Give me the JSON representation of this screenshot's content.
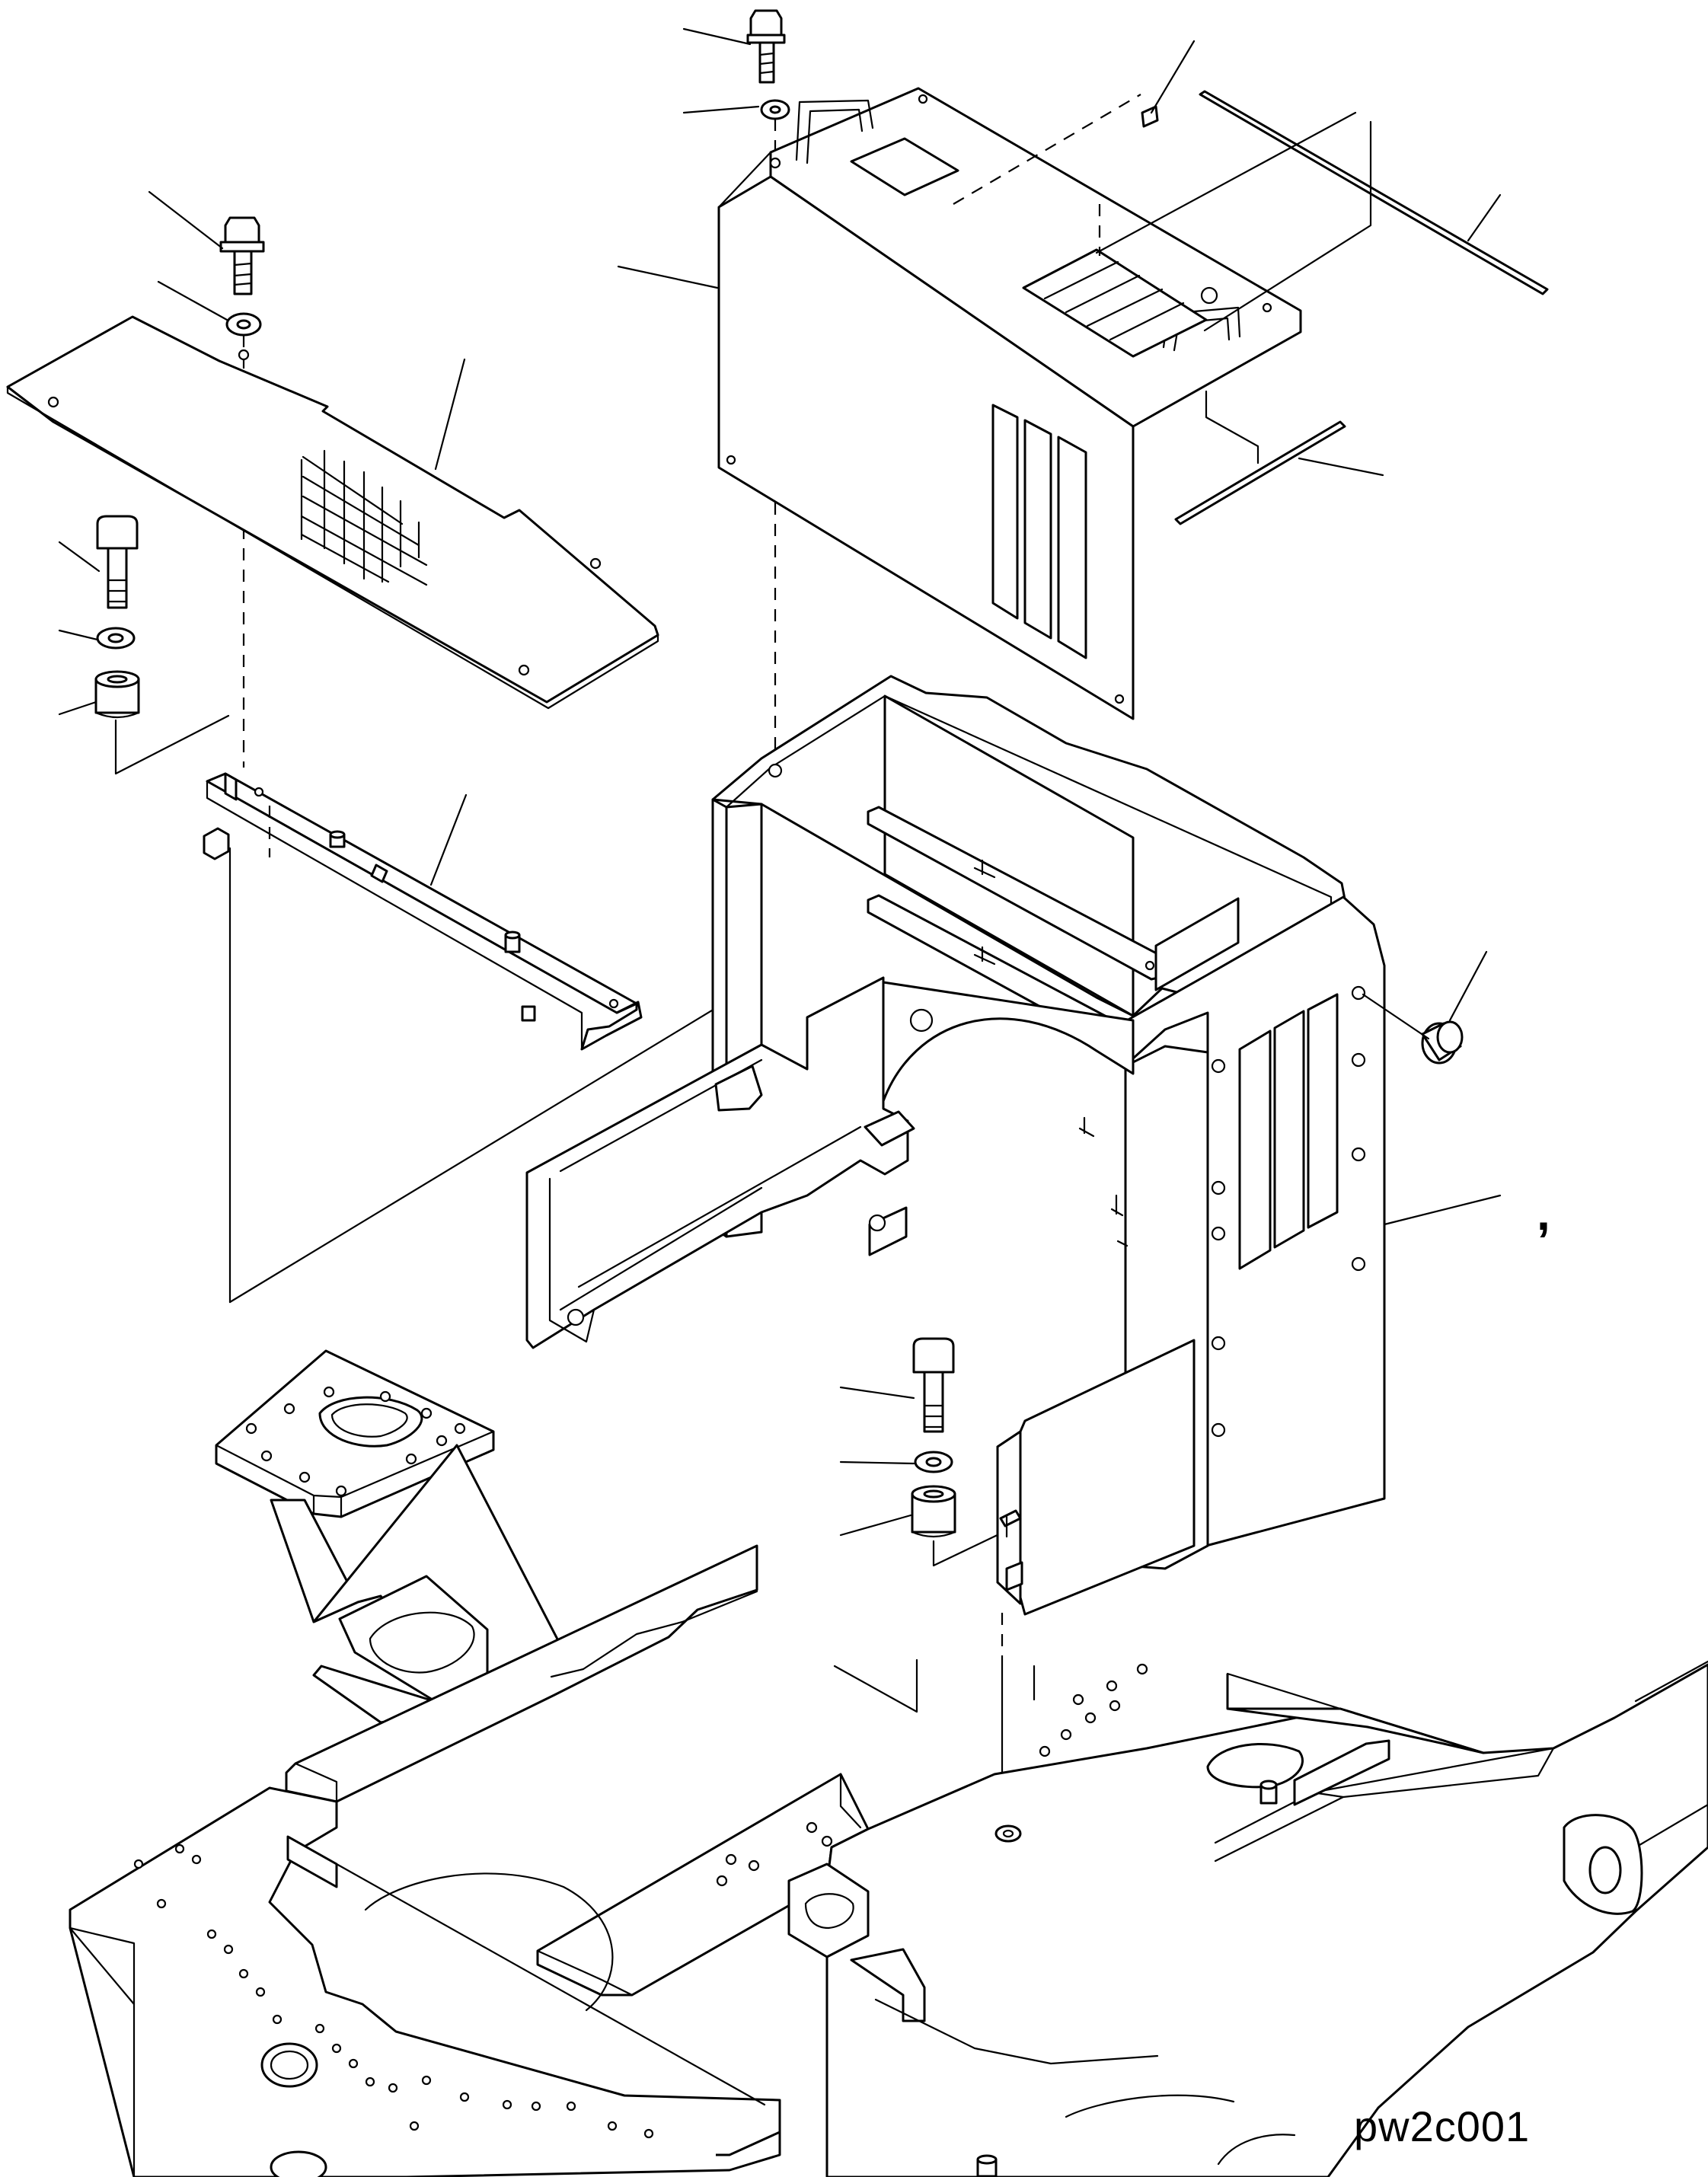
{
  "drawing": {
    "code": "pw2c001",
    "mark": ","
  },
  "parts": [
    {
      "id": "bolt-top",
      "icon": "flange-bolt-icon"
    },
    {
      "id": "washer-top",
      "icon": "washer-icon"
    },
    {
      "id": "top-cover",
      "icon": "cover-panel-icon"
    },
    {
      "id": "seal-strip-upper",
      "icon": "seal-strip-icon"
    },
    {
      "id": "seal-strip-lower",
      "icon": "seal-strip-icon"
    },
    {
      "id": "bolt-left",
      "icon": "flange-bolt-icon"
    },
    {
      "id": "washer-left",
      "icon": "washer-icon"
    },
    {
      "id": "left-plate",
      "icon": "mesh-plate-icon"
    },
    {
      "id": "bolt-left-lower",
      "icon": "bolt-icon"
    },
    {
      "id": "washer-left-lower",
      "icon": "washer-icon"
    },
    {
      "id": "spacer-left",
      "icon": "spacer-icon"
    },
    {
      "id": "bracket-bar",
      "icon": "bracket-icon"
    },
    {
      "id": "main-housing",
      "icon": "housing-frame-icon"
    },
    {
      "id": "rubber-cap",
      "icon": "cap-icon"
    },
    {
      "id": "bolt-right-lower",
      "icon": "bolt-icon"
    },
    {
      "id": "washer-right-lower",
      "icon": "washer-icon"
    },
    {
      "id": "spacer-right",
      "icon": "spacer-icon"
    },
    {
      "id": "side-panel",
      "icon": "side-panel-icon"
    },
    {
      "id": "revolving-frame",
      "icon": "revolving-frame-icon"
    }
  ]
}
